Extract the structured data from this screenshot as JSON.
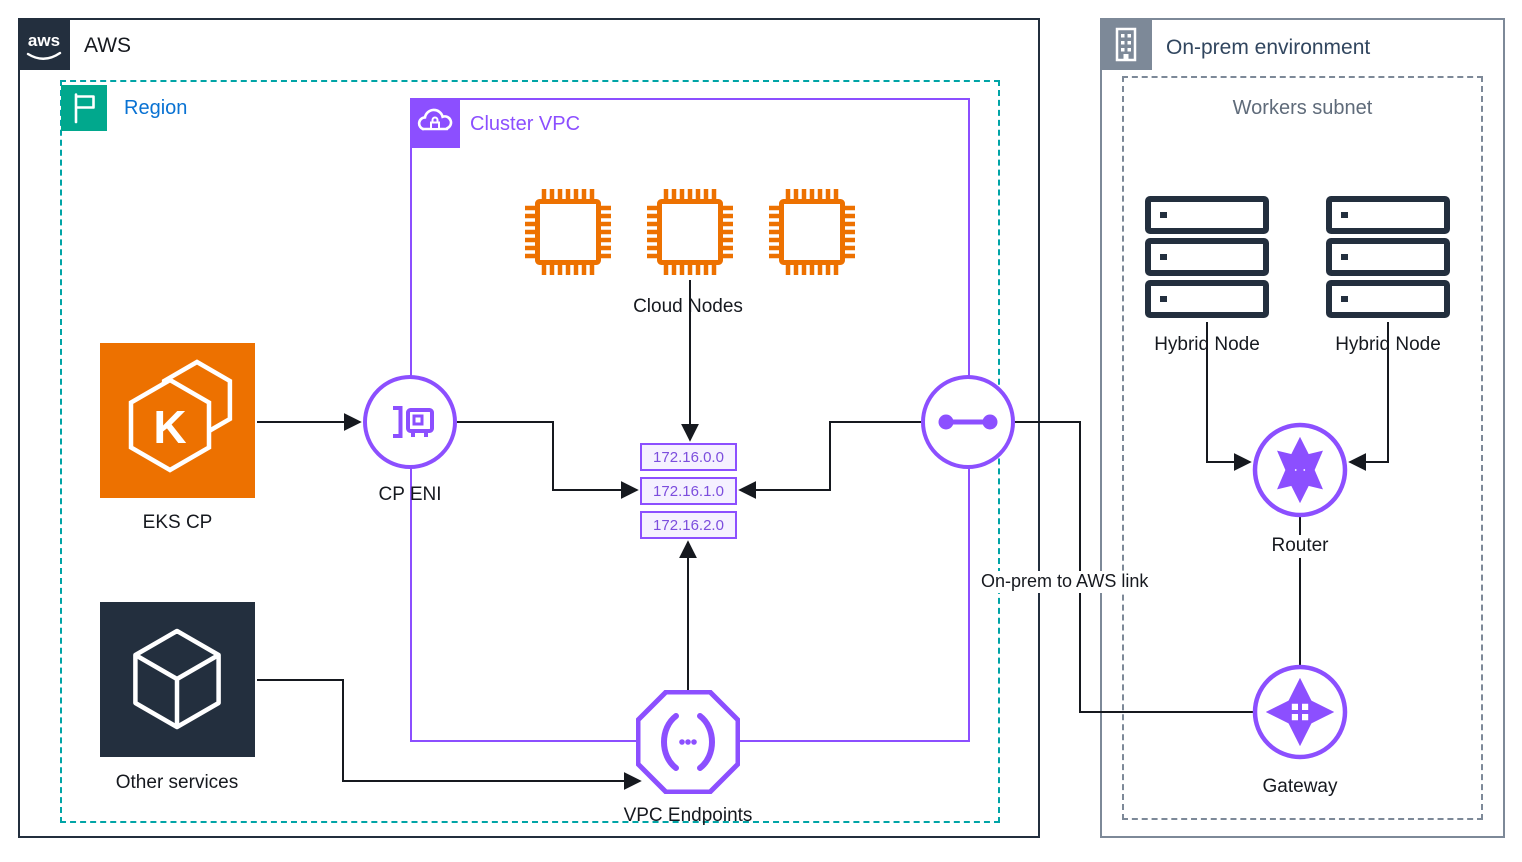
{
  "colors": {
    "orange": "#ED7100",
    "purple": "#8C4FFF",
    "teal": "#00A4A6",
    "teal_icon": "#01A88D",
    "dark_navy": "#232F3E",
    "region_blue": "#0972D3",
    "gray": "#7D8998",
    "onprem_text": "#31465F",
    "line": "#16191F"
  },
  "aws": {
    "logo_text": "aws",
    "label": "AWS",
    "region": {
      "label": "Region"
    },
    "cluster_vpc": {
      "label": "Cluster VPC"
    },
    "cloud_nodes": {
      "label": "Cloud Nodes"
    },
    "subnets": [
      "172.16.0.0",
      "172.16.1.0",
      "172.16.2.0"
    ],
    "cp_eni": {
      "label": "CP ENI"
    },
    "vpc_endpoints": {
      "label": "VPC Endpoints"
    },
    "eks_cp": {
      "label": "EKS CP",
      "icon_letter": "K"
    },
    "other_services": {
      "label": "Other services"
    }
  },
  "onprem": {
    "label": "On-prem environment",
    "workers_subnet": {
      "label": "Workers subnet"
    },
    "hybrid_nodes": [
      {
        "label": "Hybrid Node"
      },
      {
        "label": "Hybrid Node"
      }
    ],
    "router": {
      "label": "Router"
    },
    "gateway": {
      "label": "Gateway"
    }
  },
  "connections": {
    "onprem_to_aws": "On-prem to AWS link"
  }
}
